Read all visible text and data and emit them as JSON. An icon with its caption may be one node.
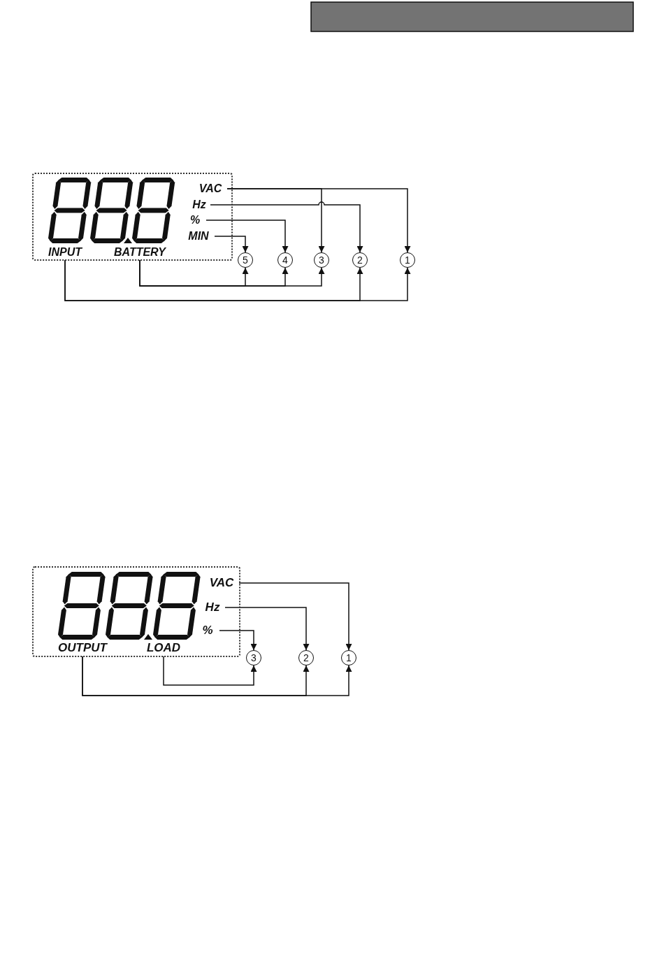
{
  "diagram": {
    "nodes": [
      {
        "text": [],
        "shape": "box"
      },
      {
        "text": [
          "VAC"
        ],
        "in": 0
      },
      {
        "text": [
          "Hz"
        ],
        "in": 0
      },
      {
        "text": [
          "%"
        ],
        "in": 0
      },
      {
        "text": [
          "MIN"
        ],
        "in": 0
      },
      {
        "text": [
          "INPUT"
        ],
        "in": 0
      },
      {
        "text": [
          "BATTERY"
        ],
        "in": 0
      },
      {
        "text": [
          "5"
        ]
      },
      {
        "text": [
          "4"
        ]
      },
      {
        "text": [
          "3"
        ]
      },
      {
        "text": [
          "2"
        ]
      },
      {
        "text": [
          "1"
        ]
      },
      {
        "text": [],
        "shape": "box"
      },
      {
        "text": [
          "VAC"
        ],
        "in": 12
      },
      {
        "text": [
          "Hz"
        ],
        "in": 12
      },
      {
        "text": [
          "%"
        ],
        "in": 12
      },
      {
        "text": [
          "OUTPUT"
        ],
        "in": 12
      },
      {
        "text": [
          "LOAD"
        ],
        "in": 12
      },
      {
        "text": [
          "3"
        ]
      },
      {
        "text": [
          "2"
        ]
      },
      {
        "text": [
          "1"
        ]
      }
    ],
    "edges": [
      {
        "from": 1,
        "to": 11,
        "arrow": "to"
      },
      {
        "from": 1,
        "to": 9,
        "arrow": "to"
      },
      {
        "from": 2,
        "to": 10,
        "arrow": "to"
      },
      {
        "from": 3,
        "to": 8,
        "arrow": "to"
      },
      {
        "from": 4,
        "to": 7,
        "arrow": "to"
      },
      {
        "from": 5,
        "to": 10,
        "arrow": "to"
      },
      {
        "from": 5,
        "to": 11,
        "arrow": "to"
      },
      {
        "from": 6,
        "to": 7,
        "arrow": "to"
      },
      {
        "from": 6,
        "to": 8,
        "arrow": "to"
      },
      {
        "from": 6,
        "to": 9,
        "arrow": "to"
      },
      {
        "from": 13,
        "to": 20,
        "arrow": "to"
      },
      {
        "from": 14,
        "to": 19,
        "arrow": "to"
      },
      {
        "from": 15,
        "to": 18,
        "arrow": "to"
      },
      {
        "from": 16,
        "to": 19,
        "arrow": "to"
      },
      {
        "from": 16,
        "to": 20,
        "arrow": "to"
      },
      {
        "from": 17,
        "to": 18,
        "arrow": "to"
      }
    ]
  }
}
